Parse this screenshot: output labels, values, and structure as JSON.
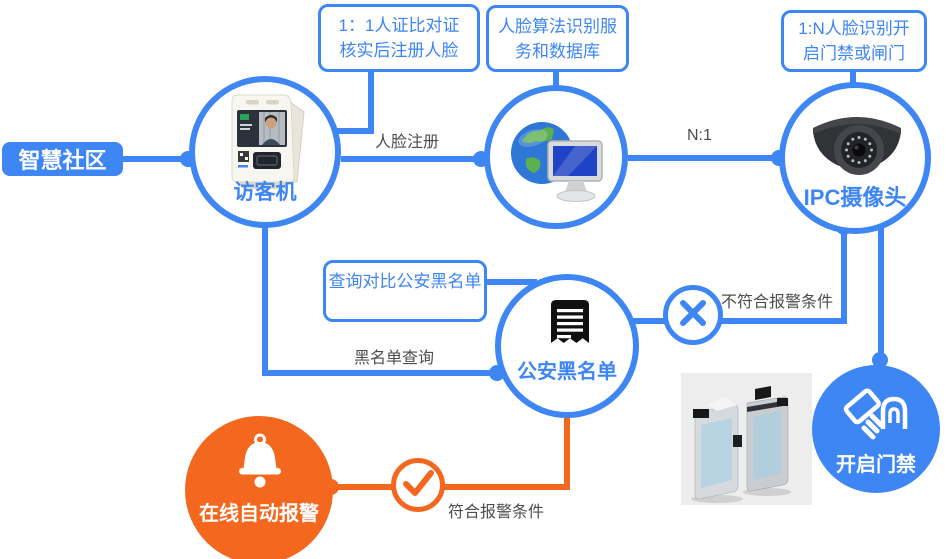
{
  "colors": {
    "blue": "#3D86F4",
    "orange": "#F4671F",
    "label_gray": "#4D4D4D"
  },
  "nodes": {
    "smart_community": {
      "label": "智慧社区"
    },
    "visitor_machine": {
      "label": "访客机"
    },
    "ipc_camera": {
      "label": "IPC摄像头"
    },
    "police_blacklist": {
      "label": "公安黑名单"
    },
    "online_alarm": {
      "label": "在线自动报警"
    },
    "open_door": {
      "label": "开启门禁"
    }
  },
  "callouts": {
    "register_face": {
      "line1": "1：1人证比对证",
      "line2": "核实后注册人脸"
    },
    "face_service": {
      "line1": "人脸算法识别服",
      "line2": "务和数据库"
    },
    "recognize_open": {
      "line1": "1:N人脸识别开",
      "line2": "启门禁或闸门"
    },
    "query_blacklist": {
      "line1": "查询对比公安黑名单"
    }
  },
  "edge_labels": {
    "face_register": "人脸注册",
    "n_to_1": "N:1",
    "blacklist_query": "黑名单查询",
    "no_alarm": "不符合报警条件",
    "alarm_ok": "符合报警条件"
  },
  "icons": {
    "visitor_machine": "visitor-kiosk-image",
    "face_service": "globe-computer-icon",
    "ipc_camera": "dome-camera-icon",
    "police_blacklist": "receipt-icon",
    "online_alarm": "bell-icon",
    "open_door": "card-swipe-icon",
    "reject": "x-icon",
    "accept": "check-icon",
    "gate": "turnstile-gate-image"
  }
}
